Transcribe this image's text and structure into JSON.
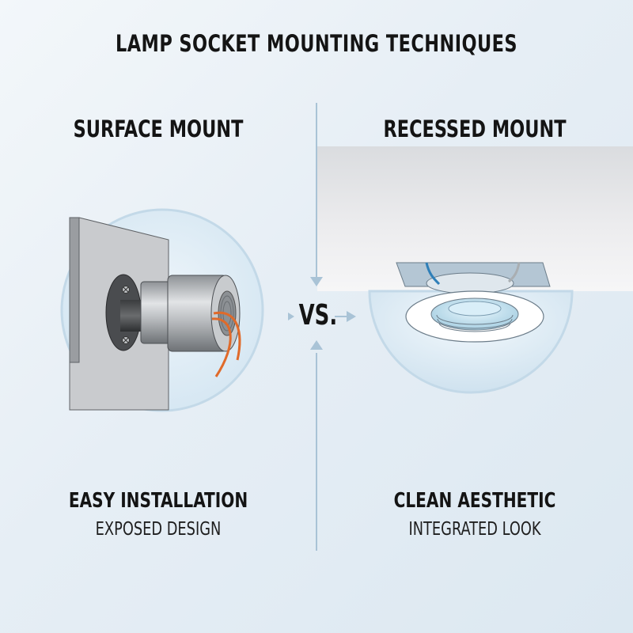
{
  "title": "LAMP SOCKET MOUNTING TECHNIQUES",
  "vs_label": "VS.",
  "left": {
    "heading": "SURFACE MOUNT",
    "feature": "EASY INSTALLATION",
    "subfeature": "EXPOSED DESIGN",
    "illustration": "surface-mounted-socket-on-wall-plate-with-orange-wires"
  },
  "right": {
    "heading": "RECESSED MOUNT",
    "feature": "CLEAN AESTHETIC",
    "subfeature": "INTEGRATED LOOK",
    "illustration": "recessed-socket-flush-in-ceiling-with-blue-and-gray-wires"
  },
  "colors": {
    "accent_blue": "#a9c3d6",
    "circle_fill": "#dcebf5",
    "wire_orange": "#e06a2a",
    "wire_blue": "#2f7fb8",
    "text": "#141414"
  }
}
